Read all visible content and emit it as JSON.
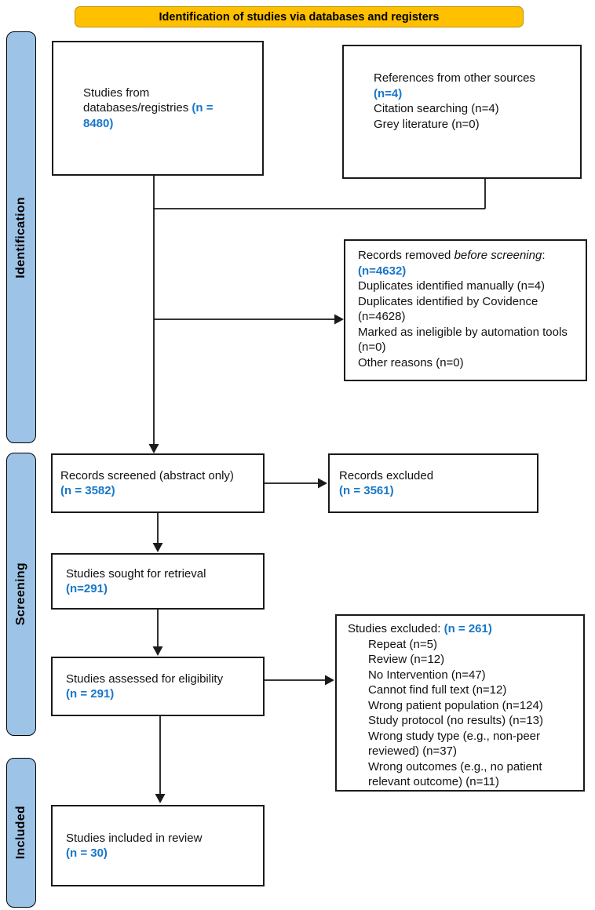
{
  "banner": {
    "title": "Identification of studies via databases and registers"
  },
  "colors": {
    "banner_bg": "#FFC000",
    "banner_border": "#BF9000",
    "sidebar_bg": "#9DC3E6",
    "highlight_blue": "#1777C9"
  },
  "sidebar": {
    "stages": [
      {
        "label": "Identification"
      },
      {
        "label": "Screening"
      },
      {
        "label": "Included"
      }
    ]
  },
  "boxes": {
    "databases": {
      "lines": [
        {
          "segs": [
            {
              "t": "Studies from"
            }
          ]
        },
        {
          "segs": [
            {
              "t": "databases/registries "
            },
            {
              "t": "(n =",
              "hl": true
            }
          ]
        },
        {
          "segs": [
            {
              "t": "8480)",
              "hl": true
            }
          ]
        }
      ]
    },
    "other_sources": {
      "lines": [
        {
          "segs": [
            {
              "t": "References from other sources"
            }
          ]
        },
        {
          "segs": [
            {
              "t": "(n=4)",
              "hl": true
            }
          ]
        },
        {
          "segs": [
            {
              "t": "Citation searching (n=4)"
            }
          ]
        },
        {
          "segs": [
            {
              "t": "Grey literature (n=0)"
            }
          ]
        }
      ]
    },
    "removed_before_screening": {
      "lines": [
        {
          "segs": [
            {
              "t": "Records removed "
            },
            {
              "t": "before screening",
              "it": true
            },
            {
              "t": ":"
            }
          ]
        },
        {
          "segs": [
            {
              "t": "(n=4632)",
              "hl": true
            }
          ]
        },
        {
          "segs": [
            {
              "t": "Duplicates identified manually (n=4)"
            }
          ]
        },
        {
          "segs": [
            {
              "t": "Duplicates identified by Covidence"
            }
          ]
        },
        {
          "segs": [
            {
              "t": "(n=4628)"
            }
          ]
        },
        {
          "segs": [
            {
              "t": "Marked as ineligible by automation tools"
            }
          ]
        },
        {
          "segs": [
            {
              "t": "(n=0)"
            }
          ]
        },
        {
          "segs": [
            {
              "t": "Other reasons (n=0)"
            }
          ]
        }
      ]
    },
    "records_screened": {
      "lines": [
        {
          "segs": [
            {
              "t": "Records screened (abstract only)"
            }
          ]
        },
        {
          "segs": [
            {
              "t": "(n = 3582)",
              "hl": true
            }
          ]
        }
      ]
    },
    "records_excluded": {
      "lines": [
        {
          "segs": [
            {
              "t": "Records excluded"
            }
          ]
        },
        {
          "segs": [
            {
              "t": "(n = 3561)",
              "hl": true
            }
          ]
        }
      ]
    },
    "sought_retrieval": {
      "lines": [
        {
          "segs": [
            {
              "t": "Studies sought for retrieval"
            }
          ]
        },
        {
          "segs": [
            {
              "t": "(n=291)",
              "hl": true
            }
          ]
        }
      ]
    },
    "assessed_eligibility": {
      "lines": [
        {
          "segs": [
            {
              "t": "Studies assessed for eligibility"
            }
          ]
        },
        {
          "segs": [
            {
              "t": "(n = 291)",
              "hl": true
            }
          ]
        }
      ]
    },
    "studies_excluded": {
      "lines": [
        {
          "segs": [
            {
              "t": "Studies excluded: "
            },
            {
              "t": "(n = 261)",
              "hl": true
            }
          ]
        },
        {
          "indent": true,
          "segs": [
            {
              "t": "Repeat (n=5)"
            }
          ]
        },
        {
          "indent": true,
          "segs": [
            {
              "t": "Review (n=12)"
            }
          ]
        },
        {
          "indent": true,
          "segs": [
            {
              "t": "No Intervention (n=47)"
            }
          ]
        },
        {
          "indent": true,
          "segs": [
            {
              "t": "Cannot find full text (n=12)"
            }
          ]
        },
        {
          "indent": true,
          "segs": [
            {
              "t": "Wrong patient population (n=124)"
            }
          ]
        },
        {
          "indent": true,
          "segs": [
            {
              "t": "Study protocol (no results) (n=13)"
            }
          ]
        },
        {
          "indent": true,
          "segs": [
            {
              "t": "Wrong study type (e.g., non-peer reviewed) (n=37)"
            }
          ]
        },
        {
          "indent": true,
          "segs": [
            {
              "t": "Wrong outcomes (e.g., no patient relevant outcome) (n=11)"
            }
          ]
        }
      ]
    },
    "included_review": {
      "lines": [
        {
          "segs": [
            {
              "t": "Studies included in review"
            }
          ]
        },
        {
          "segs": [
            {
              "t": "(n = 30)",
              "hl": true
            }
          ]
        }
      ]
    }
  }
}
